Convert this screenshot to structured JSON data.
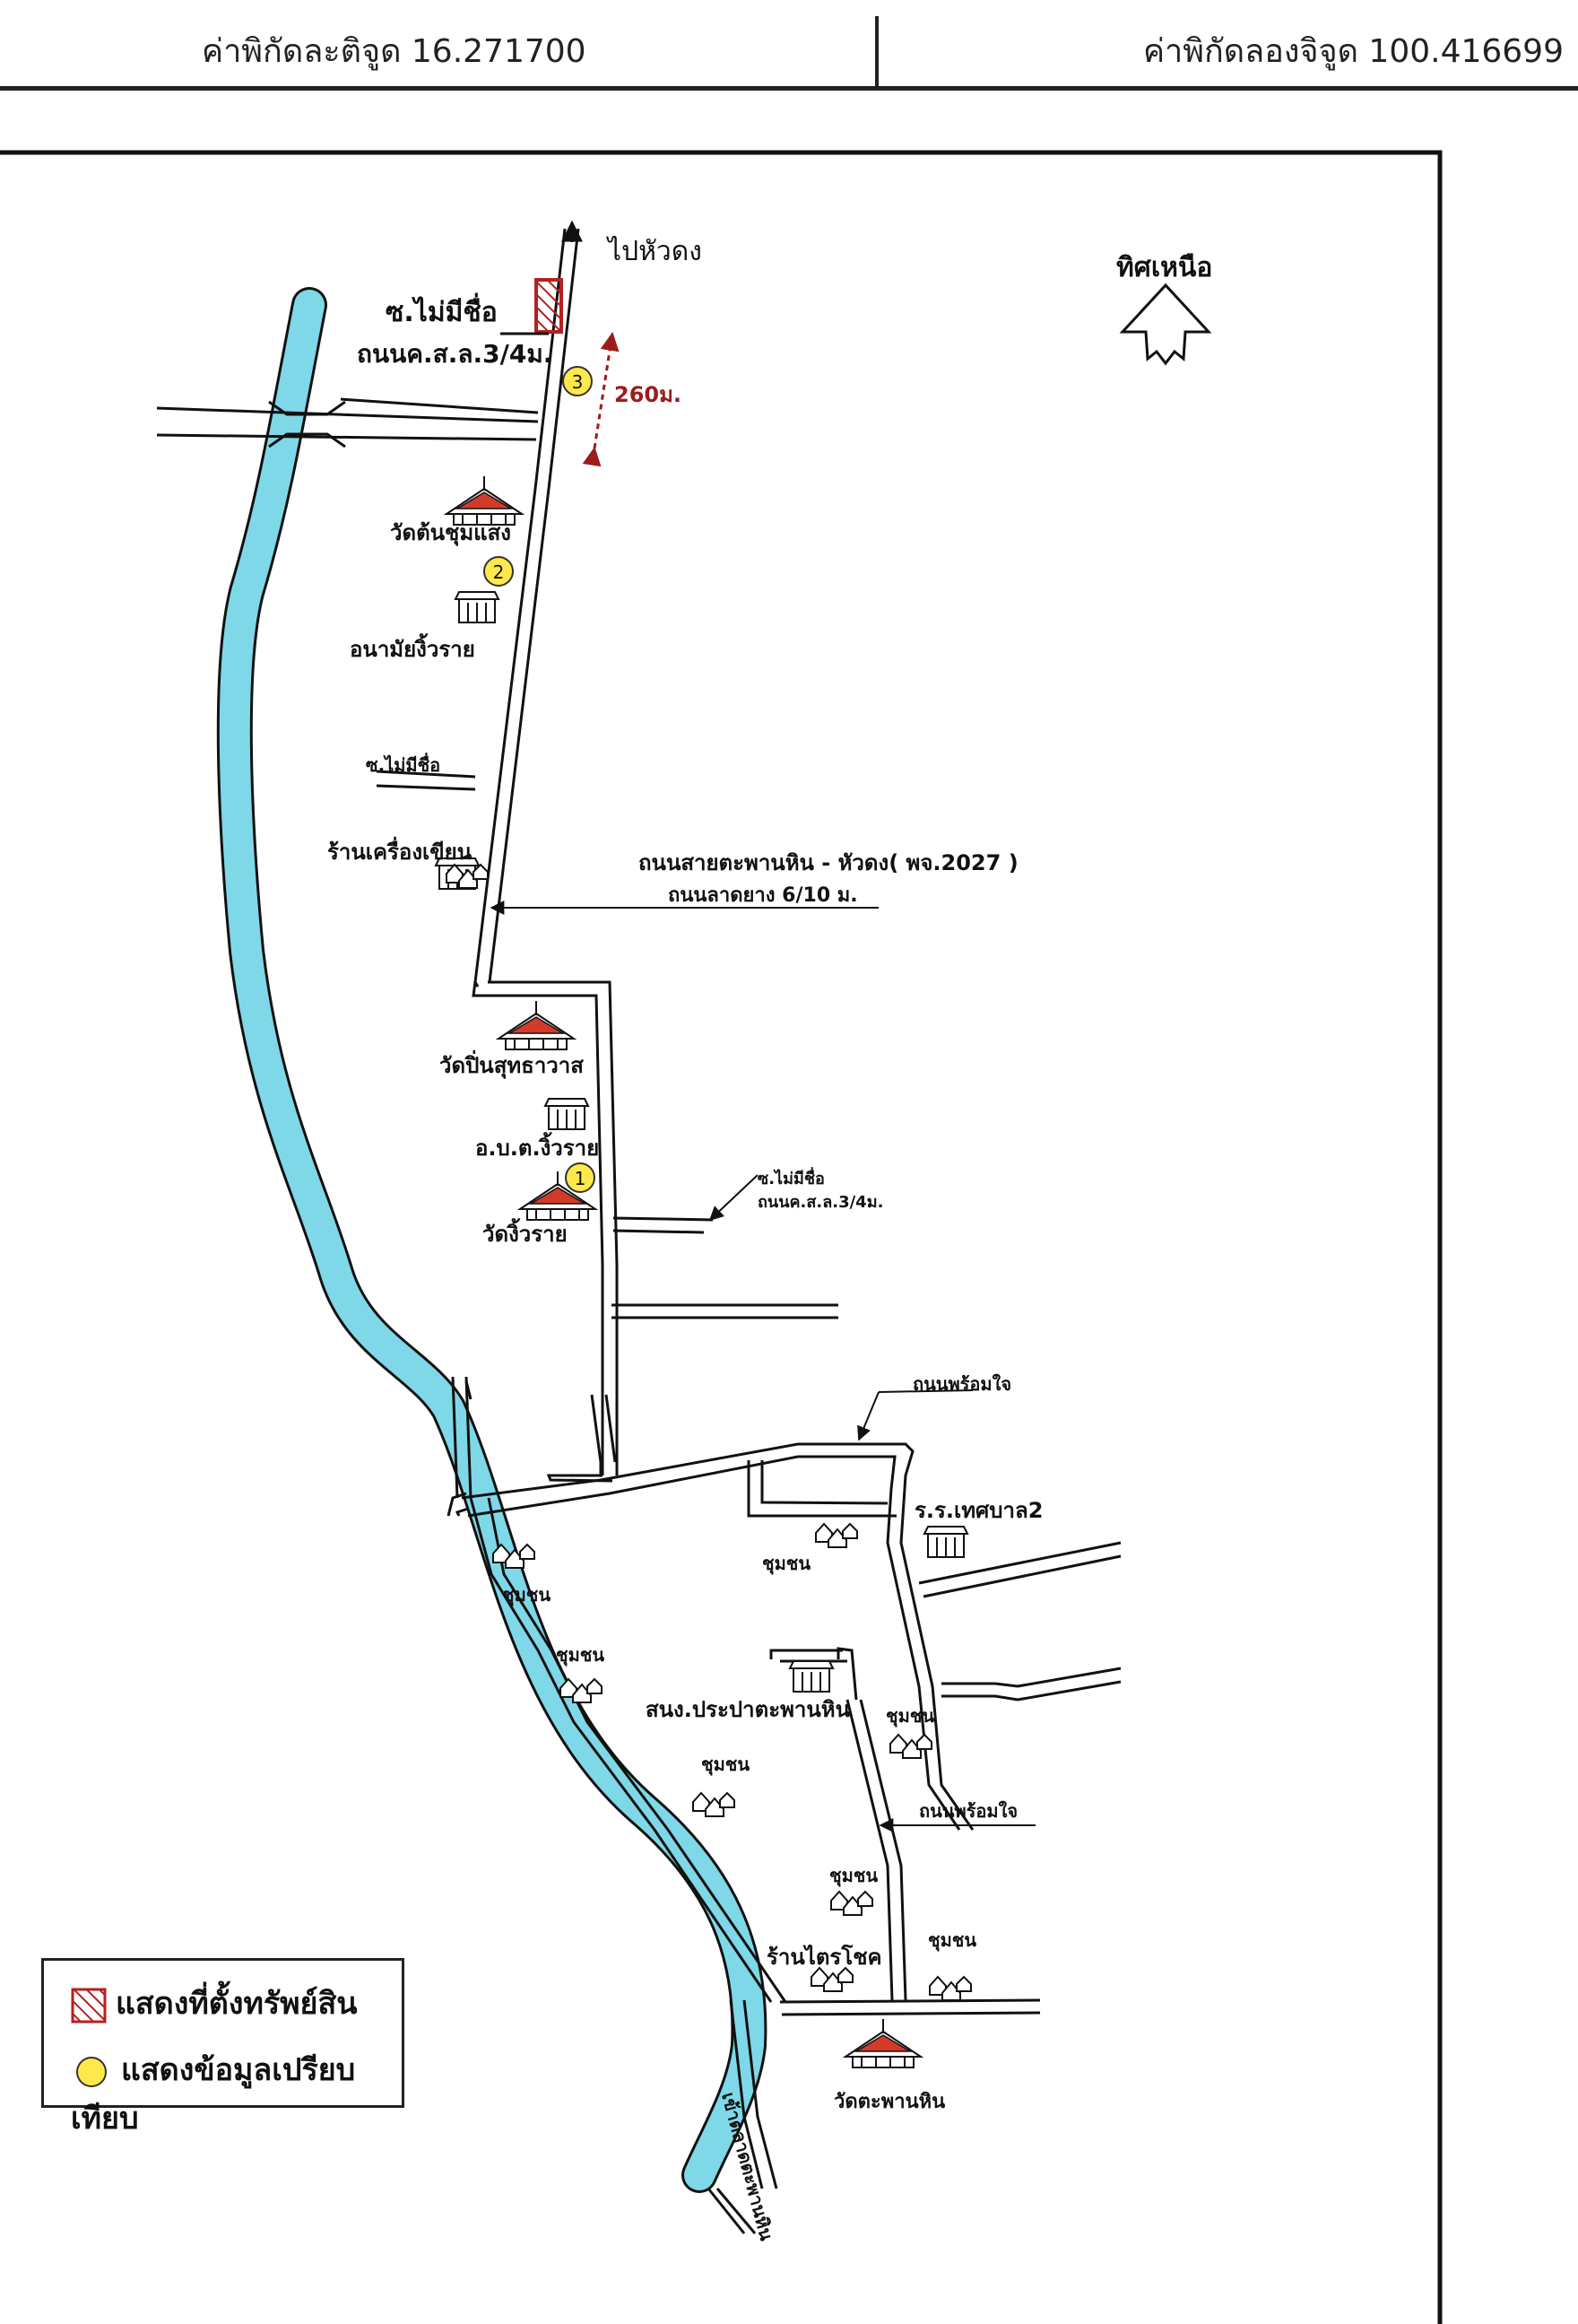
{
  "header": {
    "latitude": "ค่าพิกัดละติจูด 16.271700",
    "longitude": "ค่าพิกัดลองจิจูด 100.416699"
  },
  "north": {
    "label": "ทิศเหนือ"
  },
  "labels": {
    "to_huadong": "ไปหัวดง",
    "soi_unnamed_top": "ซ.ไม่มีชื่อ",
    "road_width_top": "ถนนค.ส.ล.3/4ม.",
    "distance": "260ม.",
    "wat_ton_chumsaeng": "วัดต้นชุมแสง",
    "anamai": "อนามัยงิ้วราย",
    "soi_unnamed_mid": "ซ.ไม่มีชื่อ",
    "shop_writing": "ร้านเครื่องเขียน",
    "main_road": "ถนนสายตะพานหิน - หัวดง( พจ.2027 )",
    "main_road_surface": "ถนนลาดยาง 6/10 ม.",
    "wat_pin": "วัดปิ่นสุทธาวาส",
    "obt": "อ.บ.ต.งิ้วราย",
    "wat_ngiwrai": "วัดงิ้วราย",
    "soi_unnamed_low": "ซ.ไม่มีชื่อ",
    "road_width_low": "ถนนค.ส.ล.3/4ม.",
    "road_promjai_1": "ถนนพร้อมใจ",
    "school": "ร.ร.เทศบาล2",
    "community": "ชุมชน",
    "water_office": "สนง.ประปาตะพานหิน",
    "road_promjai_2": "ถนนพร้อมใจ",
    "shop_traichok": "ร้านไตรโชค",
    "wat_taphanhin": "วัดตะพานหิน",
    "to_taphanhin": "เข้าตลาดตะพานหิน"
  },
  "markers": [
    "1",
    "2",
    "3"
  ],
  "legend": {
    "property": "แสดงที่ตั้งทรัพย์สิน",
    "comparison": "แสดงข้อมูลเปรียบเทียบ"
  },
  "colors": {
    "river": "#7fd8e8",
    "marker": "#ffe94a",
    "property": "#b52020",
    "distance": "#9e1b1b"
  }
}
